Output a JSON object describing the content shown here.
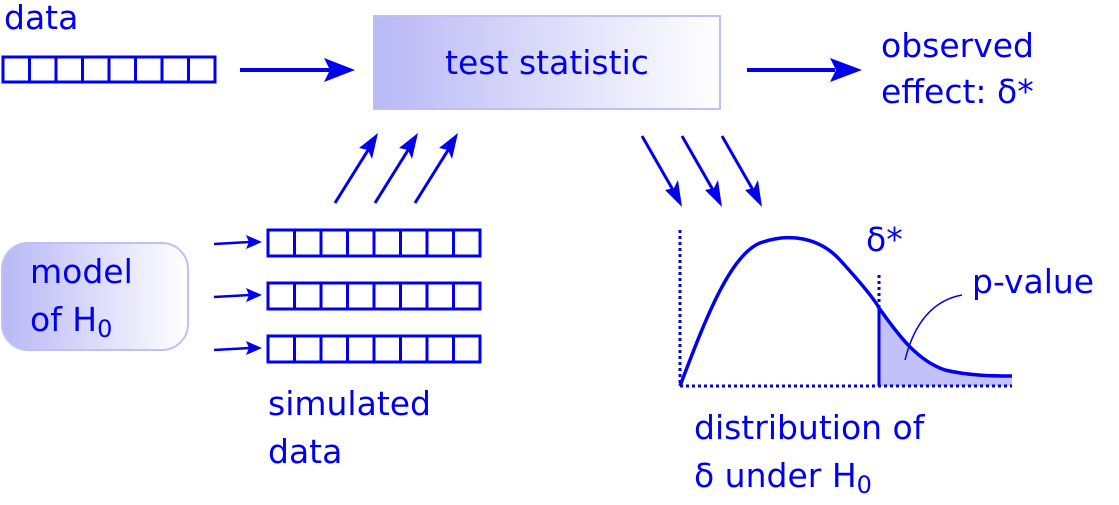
{
  "colors": {
    "primary": "#0000ee",
    "box_border": "#b8b8f8",
    "box_fill_start": "#bcbcf8",
    "box_fill_end": "#ffffff",
    "shade": "#c2c2f8"
  },
  "data_label": "data",
  "data_cells": 8,
  "test_statistic_label": "test statistic",
  "observed_effect": {
    "line1": "observed",
    "line2": "effect: δ*"
  },
  "model_box": {
    "line1": "model",
    "line2_main": "of H",
    "line2_sub": "0"
  },
  "simulated_rows": 3,
  "simulated_label": {
    "line1": "simulated",
    "line2": "data"
  },
  "delta_star_label": "δ*",
  "p_value_label": "p-value",
  "distribution_label": {
    "line1": "distribution of",
    "line2_main": "δ under H",
    "line2_sub": "0"
  }
}
